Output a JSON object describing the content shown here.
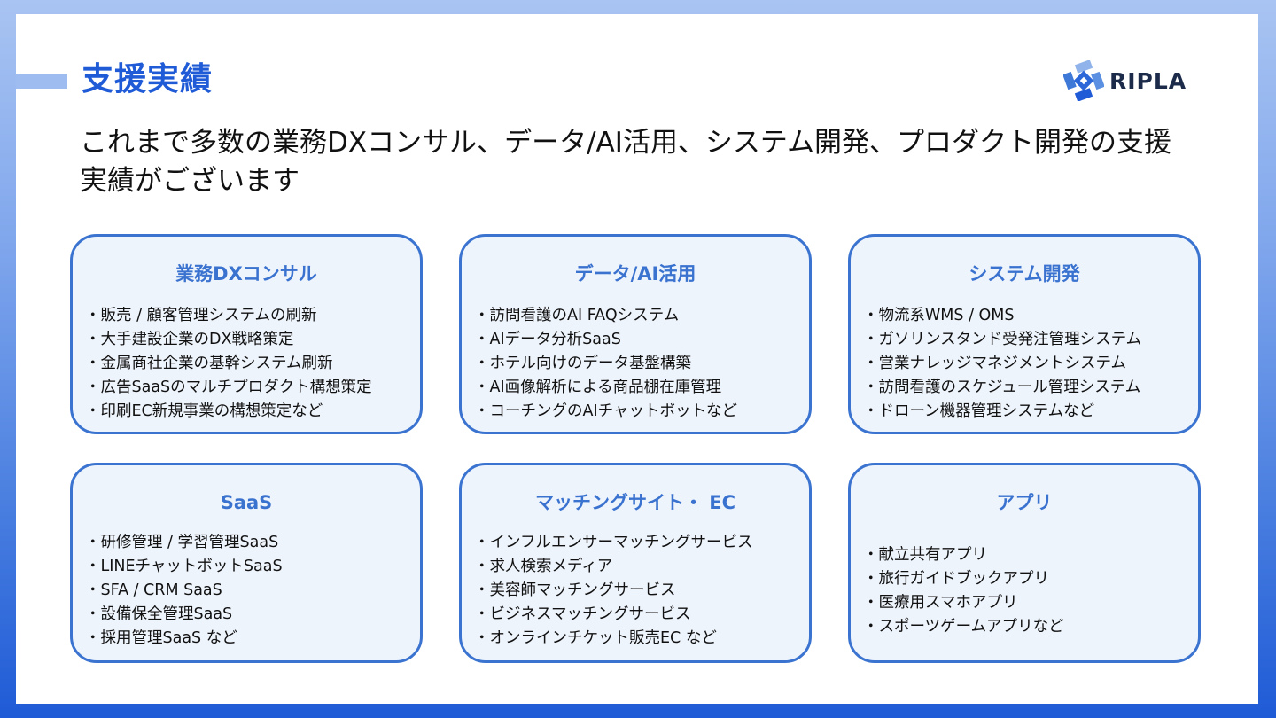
{
  "header": {
    "title": "支援実績",
    "logo_text": "RIPLA"
  },
  "lead": "これまで多数の業務DXコンサル、データ/AI活用、システム開発、プロダクト開発の支援実績がございます",
  "cards": [
    {
      "title": "業務DXコンサル",
      "items": [
        "・販売 / 顧客管理システムの刷新",
        "・大手建設企業のDX戦略策定",
        "・金属商社企業の基幹システム刷新",
        "・広告SaaSのマルチプロダクト構想策定",
        "・印刷EC新規事業の構想策定など"
      ]
    },
    {
      "title": "データ/AI活用",
      "items": [
        "・訪問看護のAI FAQシステム",
        "・AIデータ分析SaaS",
        "・ホテル向けのデータ基盤構築",
        "・AI画像解析による商品棚在庫管理",
        "・コーチングのAIチャットボットなど"
      ]
    },
    {
      "title": "システム開発",
      "items": [
        "・物流系WMS / OMS",
        "・ガソリンスタンド受発注管理システム",
        "・営業ナレッジマネジメントシステム",
        "・訪問看護のスケジュール管理システム",
        "・ドローン機器管理システムなど"
      ]
    },
    {
      "title": "SaaS",
      "items": [
        "・研修管理 / 学習管理SaaS",
        "・LINEチャットボットSaaS",
        "・SFA / CRM SaaS",
        "・設備保全管理SaaS",
        "・採用管理SaaS など"
      ]
    },
    {
      "title": "マッチングサイト・ EC",
      "items": [
        "・インフルエンサーマッチングサービス",
        "・求人検索メディア",
        "・美容師マッチングサービス",
        "・ビジネスマッチングサービス",
        "・オンラインチケット販売EC など"
      ]
    },
    {
      "title": "アプリ",
      "items": [
        "・献立共有アプリ",
        "・旅行ガイドブックアプリ",
        "・医療用スマホアプリ",
        "・スポーツゲームアプリなど"
      ]
    }
  ],
  "colors": {
    "accent": "#1f5bd6",
    "card_border": "#3b74d0",
    "card_bg": "#eef4fc"
  }
}
